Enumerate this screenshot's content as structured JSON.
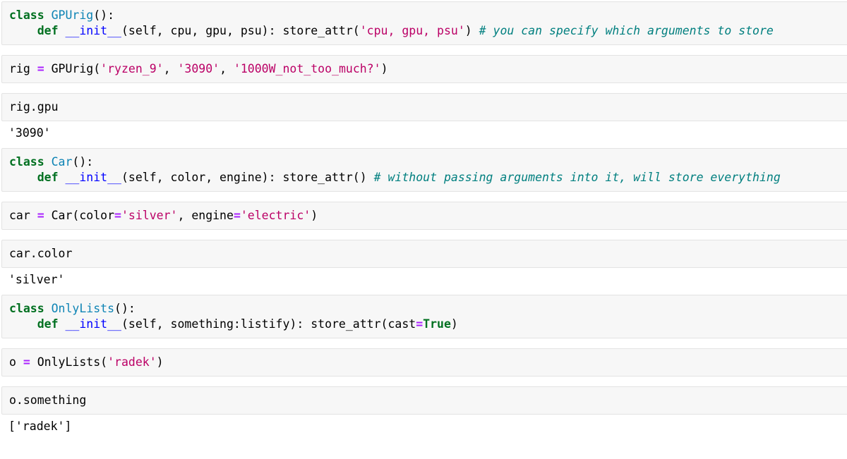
{
  "notebook": {
    "cells": [
      {
        "id": "cell-gpurig-class",
        "type": "code",
        "lines": [
          [
            {
              "t": "class ",
              "c": "k"
            },
            {
              "t": "GPUrig",
              "c": "nc"
            },
            {
              "t": "():",
              "c": "p"
            }
          ],
          [
            {
              "t": "    ",
              "c": "p"
            },
            {
              "t": "def ",
              "c": "k"
            },
            {
              "t": "__init__",
              "c": "fn"
            },
            {
              "t": "(self, cpu, gpu, psu): store_attr(",
              "c": "p"
            },
            {
              "t": "'cpu, gpu, psu'",
              "c": "s"
            },
            {
              "t": ") ",
              "c": "p"
            },
            {
              "t": "# you can specify which arguments to store",
              "c": "c"
            }
          ]
        ],
        "output": null
      },
      {
        "id": "cell-rig-assign",
        "type": "code",
        "lines": [
          [
            {
              "t": "rig ",
              "c": "p"
            },
            {
              "t": "=",
              "c": "o"
            },
            {
              "t": " GPUrig(",
              "c": "p"
            },
            {
              "t": "'ryzen_9'",
              "c": "s"
            },
            {
              "t": ", ",
              "c": "p"
            },
            {
              "t": "'3090'",
              "c": "s"
            },
            {
              "t": ", ",
              "c": "p"
            },
            {
              "t": "'1000W_not_too_much?'",
              "c": "s"
            },
            {
              "t": ")",
              "c": "p"
            }
          ]
        ],
        "output": null
      },
      {
        "id": "cell-rig-gpu",
        "type": "code",
        "lines": [
          [
            {
              "t": "rig.gpu",
              "c": "p"
            }
          ]
        ],
        "output": "'3090'"
      },
      {
        "id": "cell-car-class",
        "type": "code",
        "lines": [
          [
            {
              "t": "class ",
              "c": "k"
            },
            {
              "t": "Car",
              "c": "nc"
            },
            {
              "t": "():",
              "c": "p"
            }
          ],
          [
            {
              "t": "    ",
              "c": "p"
            },
            {
              "t": "def ",
              "c": "k"
            },
            {
              "t": "__init__",
              "c": "fn"
            },
            {
              "t": "(self, color, engine): store_attr() ",
              "c": "p"
            },
            {
              "t": "# without passing arguments into it, will store everything",
              "c": "c"
            }
          ]
        ],
        "output": null
      },
      {
        "id": "cell-car-assign",
        "type": "code",
        "lines": [
          [
            {
              "t": "car ",
              "c": "p"
            },
            {
              "t": "=",
              "c": "o"
            },
            {
              "t": " Car(color",
              "c": "p"
            },
            {
              "t": "=",
              "c": "o"
            },
            {
              "t": "'silver'",
              "c": "s"
            },
            {
              "t": ", engine",
              "c": "p"
            },
            {
              "t": "=",
              "c": "o"
            },
            {
              "t": "'electric'",
              "c": "s"
            },
            {
              "t": ")",
              "c": "p"
            }
          ]
        ],
        "output": null
      },
      {
        "id": "cell-car-color",
        "type": "code",
        "lines": [
          [
            {
              "t": "car.color",
              "c": "p"
            }
          ]
        ],
        "output": "'silver'"
      },
      {
        "id": "cell-onlylists-class",
        "type": "code",
        "lines": [
          [
            {
              "t": "class ",
              "c": "k"
            },
            {
              "t": "OnlyLists",
              "c": "nc"
            },
            {
              "t": "():",
              "c": "p"
            }
          ],
          [
            {
              "t": "    ",
              "c": "p"
            },
            {
              "t": "def ",
              "c": "k"
            },
            {
              "t": "__init__",
              "c": "fn"
            },
            {
              "t": "(self, something:listify): store_attr(cast",
              "c": "p"
            },
            {
              "t": "=",
              "c": "o"
            },
            {
              "t": "True",
              "c": "kc"
            },
            {
              "t": ")",
              "c": "p"
            }
          ]
        ],
        "output": null
      },
      {
        "id": "cell-o-assign",
        "type": "code",
        "lines": [
          [
            {
              "t": "o ",
              "c": "p"
            },
            {
              "t": "=",
              "c": "o"
            },
            {
              "t": " OnlyLists(",
              "c": "p"
            },
            {
              "t": "'radek'",
              "c": "s"
            },
            {
              "t": ")",
              "c": "p"
            }
          ]
        ],
        "output": null
      },
      {
        "id": "cell-o-something",
        "type": "code",
        "lines": [
          [
            {
              "t": "o.something",
              "c": "p"
            }
          ]
        ],
        "output": "['radek']"
      }
    ]
  },
  "colors": {
    "cell_background": "#f7f7f7",
    "cell_border": "#e3e3e3",
    "page_background": "#ffffff",
    "keyword": "#007020",
    "class_name": "#0e84b5",
    "function_name": "#0000FF",
    "string": "#BB0066",
    "operator": "#aa22ff",
    "comment": "#007f7f",
    "text": "#000000"
  }
}
